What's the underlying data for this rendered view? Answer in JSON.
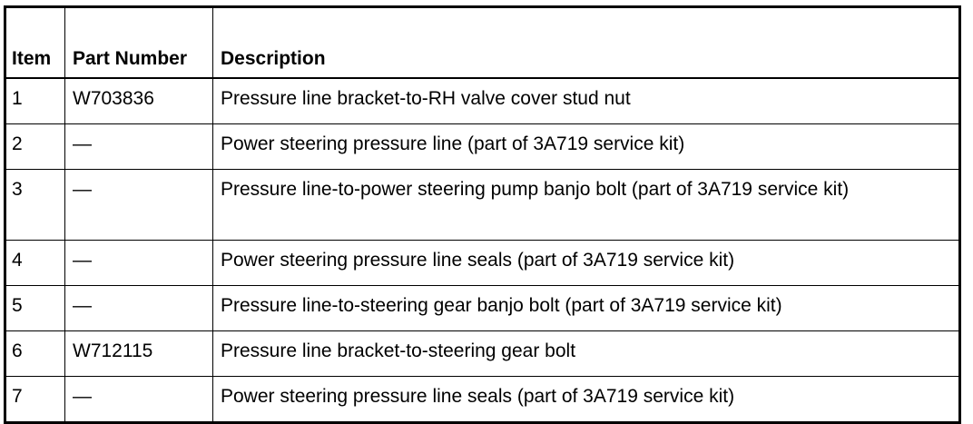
{
  "table": {
    "headers": {
      "item": "Item",
      "part_number": "Part Number",
      "description": "Description"
    },
    "rows": [
      {
        "item": "1",
        "part_number": "W703836",
        "description": "Pressure line bracket-to-RH valve cover stud nut"
      },
      {
        "item": "2",
        "part_number": "—",
        "description": "Power steering pressure line (part of 3A719 service kit)"
      },
      {
        "item": "3",
        "part_number": "—",
        "description": "Pressure line-to-power steering pump banjo bolt (part of 3A719 service kit)"
      },
      {
        "item": "4",
        "part_number": "—",
        "description": "Power steering pressure line seals (part of 3A719 service kit)"
      },
      {
        "item": "5",
        "part_number": "—",
        "description": "Pressure line-to-steering gear banjo bolt (part of 3A719 service kit)"
      },
      {
        "item": "6",
        "part_number": "W712115",
        "description": "Pressure line bracket-to-steering gear bolt"
      },
      {
        "item": "7",
        "part_number": "—",
        "description": "Power steering pressure line seals (part of 3A719 service kit)"
      }
    ]
  }
}
